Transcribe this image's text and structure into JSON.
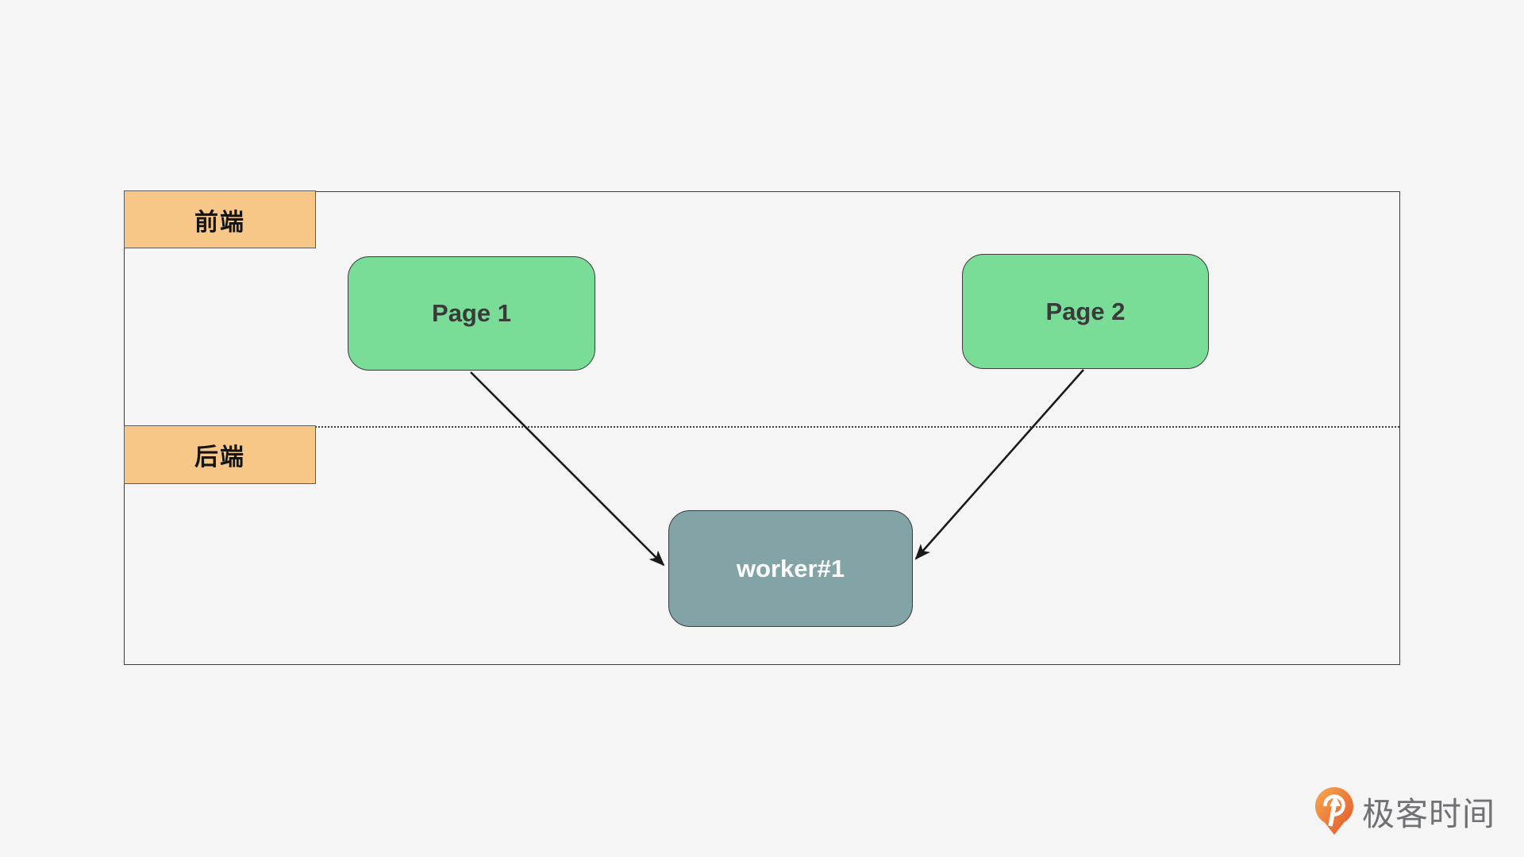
{
  "diagram": {
    "lanes": [
      {
        "id": "frontend",
        "label": "前端"
      },
      {
        "id": "backend",
        "label": "后端"
      }
    ],
    "nodes": {
      "page1": {
        "label": "Page 1",
        "lane": "frontend"
      },
      "page2": {
        "label": "Page 2",
        "lane": "frontend"
      },
      "worker": {
        "label": "worker#1",
        "lane": "backend"
      }
    },
    "edges": [
      {
        "from": "Page 1",
        "to": "worker#1"
      },
      {
        "from": "Page 2",
        "to": "worker#1"
      }
    ]
  },
  "branding": {
    "logo_text": "极客时间"
  },
  "colors": {
    "background": "#f4f5f4",
    "lane-label-fill": "#f6c786",
    "lane-label-text": "#141414",
    "page-node-fill": "#79dd97",
    "page-node-text": "#3a3a3a",
    "worker-node-fill": "#82a4a7",
    "worker-node-text": "#ffffff",
    "node-border": "#3c3c3c",
    "frame-border": "#3e3e3e",
    "arrow": "#1a1a1a",
    "logo-orange-light": "#f7a94f",
    "logo-orange-dark": "#e2552b",
    "logo-text": "#6f7175"
  }
}
